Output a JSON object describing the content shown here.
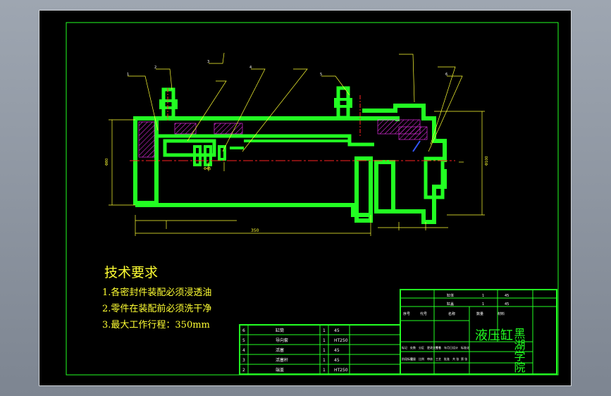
{
  "tech_requirements": {
    "title": "技术要求",
    "items": [
      "1.各密封件装配必须浸透油",
      "2.零件在装配前必须洗干净",
      "3.最大工作行程：350mm"
    ]
  },
  "title_block": {
    "drawing_name": "液压缸",
    "school": "黑湖学院",
    "header_labels": [
      "序号",
      "代号",
      "名称",
      "数量",
      "材料"
    ],
    "bottom_labels": [
      "标记",
      "处数",
      "分区",
      "更改文件号",
      "签名",
      "年月日",
      "设计",
      "标准化",
      "阶段标记",
      "重量",
      "比例",
      "审核",
      "工艺",
      "批准",
      "共 张",
      "第 张"
    ],
    "top_rows": [
      {
        "no": "",
        "name": "缸体",
        "qty": "1",
        "material": "45"
      },
      {
        "no": "",
        "name": "缸盖",
        "qty": "1",
        "material": "45"
      }
    ]
  },
  "parts_list": [
    {
      "no": "6",
      "name": "缸筒",
      "qty": "1",
      "material": "45"
    },
    {
      "no": "5",
      "name": "导向套",
      "qty": "1",
      "material": "HT250"
    },
    {
      "no": "4",
      "name": "活塞",
      "qty": "1",
      "material": "45"
    },
    {
      "no": "3",
      "name": "活塞杆",
      "qty": "1",
      "material": "45"
    },
    {
      "no": "2",
      "name": "端盖",
      "qty": "1",
      "material": "HT250"
    }
  ],
  "callouts": [
    "1",
    "2",
    "3",
    "4",
    "5",
    "6"
  ],
  "dimensions": [
    "350",
    "Φ80",
    "Φ45",
    "Φ100"
  ],
  "colors": {
    "part": "#22ff22",
    "frame": "#22ff22",
    "hatch": "#ff33ff",
    "dim": "#ffff33",
    "centerline": "#ff2222",
    "text": "#ffff33"
  }
}
